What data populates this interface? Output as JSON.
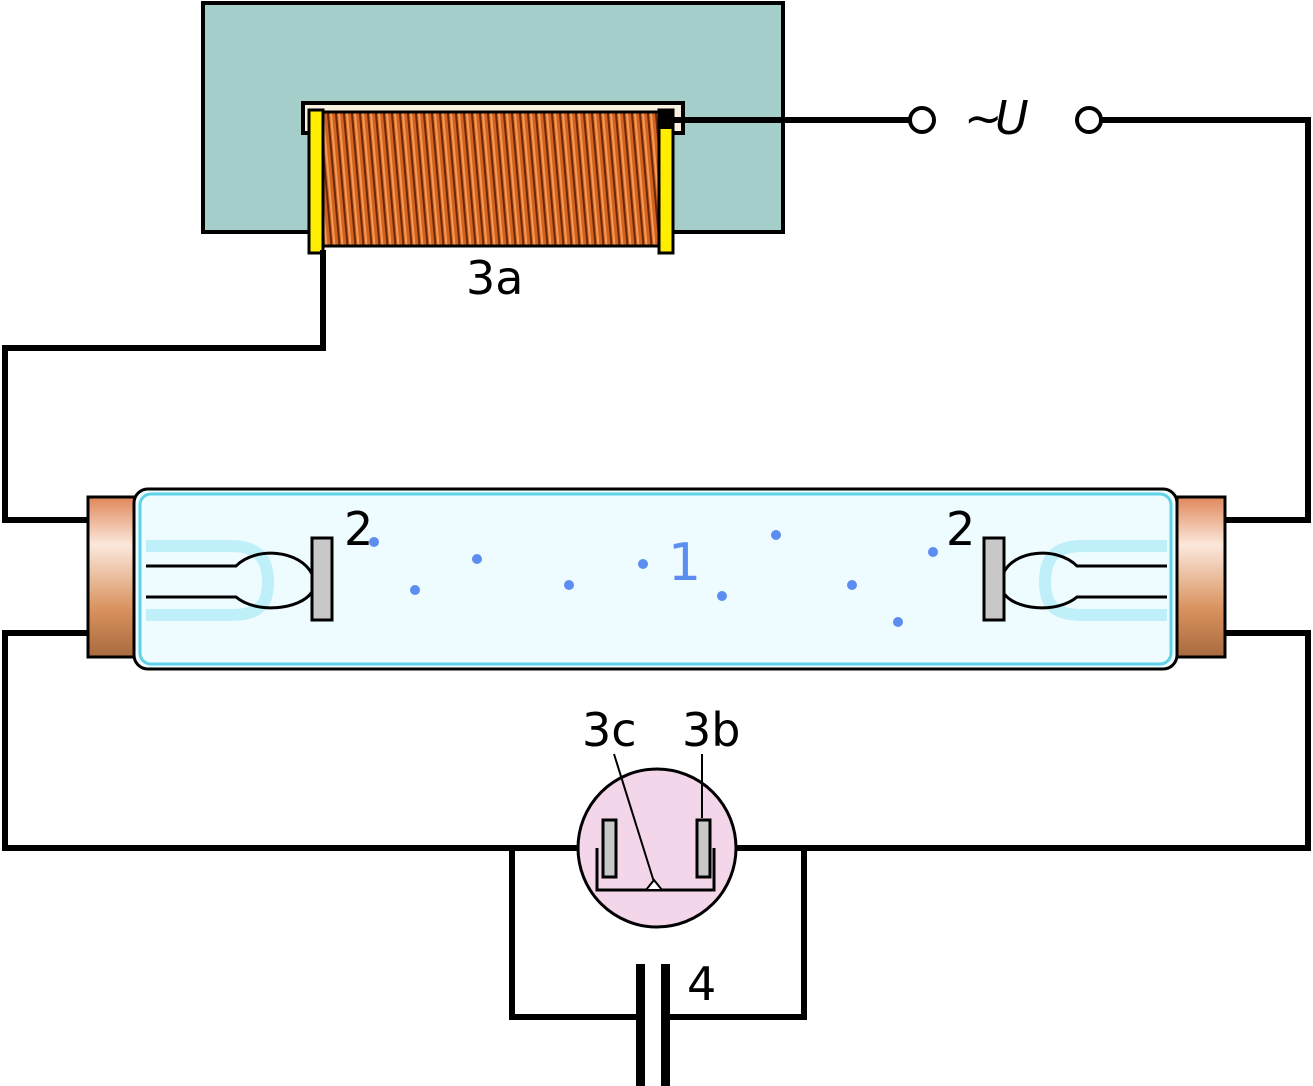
{
  "labels": {
    "choke": "3a",
    "starter_bimetal": "3b",
    "starter_contact": "3c",
    "electrode_left": "2",
    "electrode_right": "2",
    "gas": "1",
    "capacitor": "4",
    "supply_tilde": "~",
    "supply_symbol": "U"
  },
  "colors": {
    "choke_core": "#a5ceca",
    "coil_winding": "#d2641e",
    "coil_flange": "#ffee00",
    "tube_glass": "#eefcff",
    "tube_outline": "#5fd2ea",
    "tube_cap": "#d98a5a",
    "electrode": "#c8c8c8",
    "mercury_dots": "#5b8ef0",
    "starter_bulb": "#f3d6ea",
    "wire": "#000000"
  },
  "icons": {
    "supply_terminal": "open-circle-terminal",
    "capacitor": "parallel-plate-capacitor-symbol"
  }
}
